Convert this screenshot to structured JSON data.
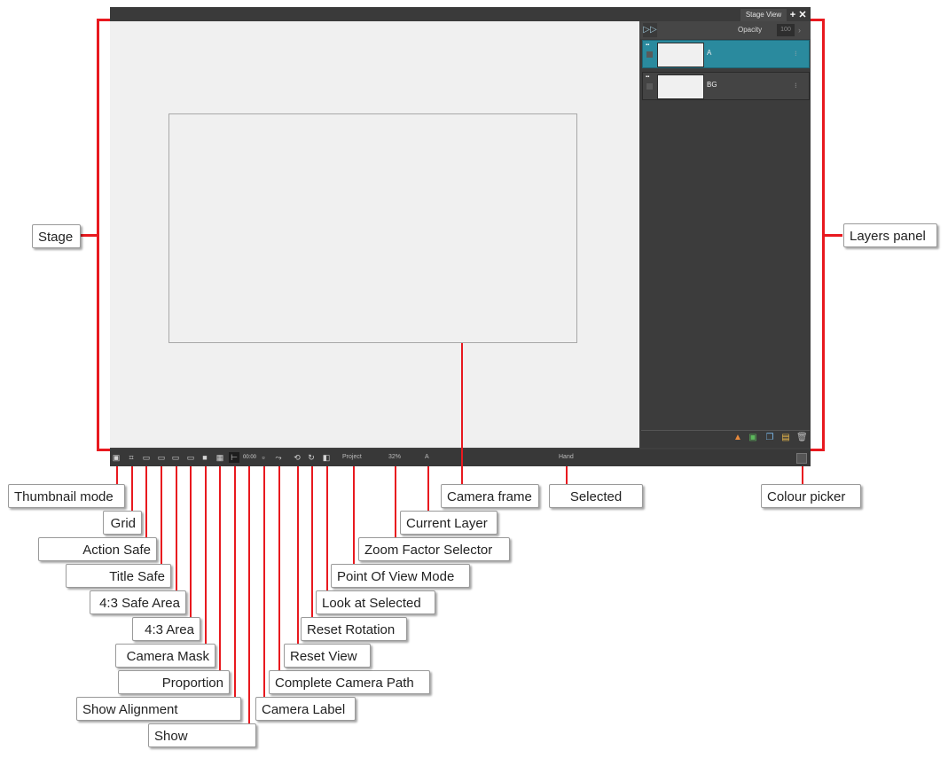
{
  "app": {
    "tab_title": "Stage View",
    "tab_add_icon": "plus-icon",
    "tab_close_icon": "close-icon"
  },
  "layers_panel": {
    "opacity_label": "Opacity",
    "opacity_value": "100",
    "layers": [
      {
        "name": "A",
        "selected": true,
        "color": "#2a8a9e"
      },
      {
        "name": "BG",
        "selected": false,
        "color": "#444444"
      }
    ],
    "footer_icons": [
      "add-drawing-layer-icon",
      "add-image-layer-icon",
      "duplicate-layer-icon",
      "import-icon",
      "trash-icon"
    ]
  },
  "toolbar": {
    "pov_mode": "Project",
    "zoom": "32%",
    "current_layer": "A",
    "selected_tool": "Hand"
  },
  "annotations": {
    "stage": "Stage",
    "layers_panel": "Layers panel",
    "thumbnail_mode": "Thumbnail mode",
    "grid": "Grid",
    "action_safe": "Action Safe",
    "title_safe": "Title Safe",
    "safe_area_43": "4:3 Safe Area",
    "area_43": "4:3 Area",
    "camera_mask": "Camera Mask",
    "proportion": "Proportion",
    "show_alignment": "Show Alignment",
    "show": "Show",
    "camera_label": "Camera Label",
    "complete_camera_path": "Complete Camera Path",
    "reset_view": "Reset View",
    "reset_rotation": "Reset Rotation",
    "look_at_selected": "Look at Selected",
    "point_of_view_mode": "Point Of View Mode",
    "zoom_factor_selector": "Zoom Factor Selector",
    "current_layer": "Current Layer",
    "camera_frame": "Camera frame",
    "selected": "Selected",
    "colour_picker": "Colour picker"
  },
  "colors": {
    "annotation_line": "#e8191f",
    "selected_layer": "#2a8a9e",
    "stage_bg": "#f0f0f0"
  }
}
